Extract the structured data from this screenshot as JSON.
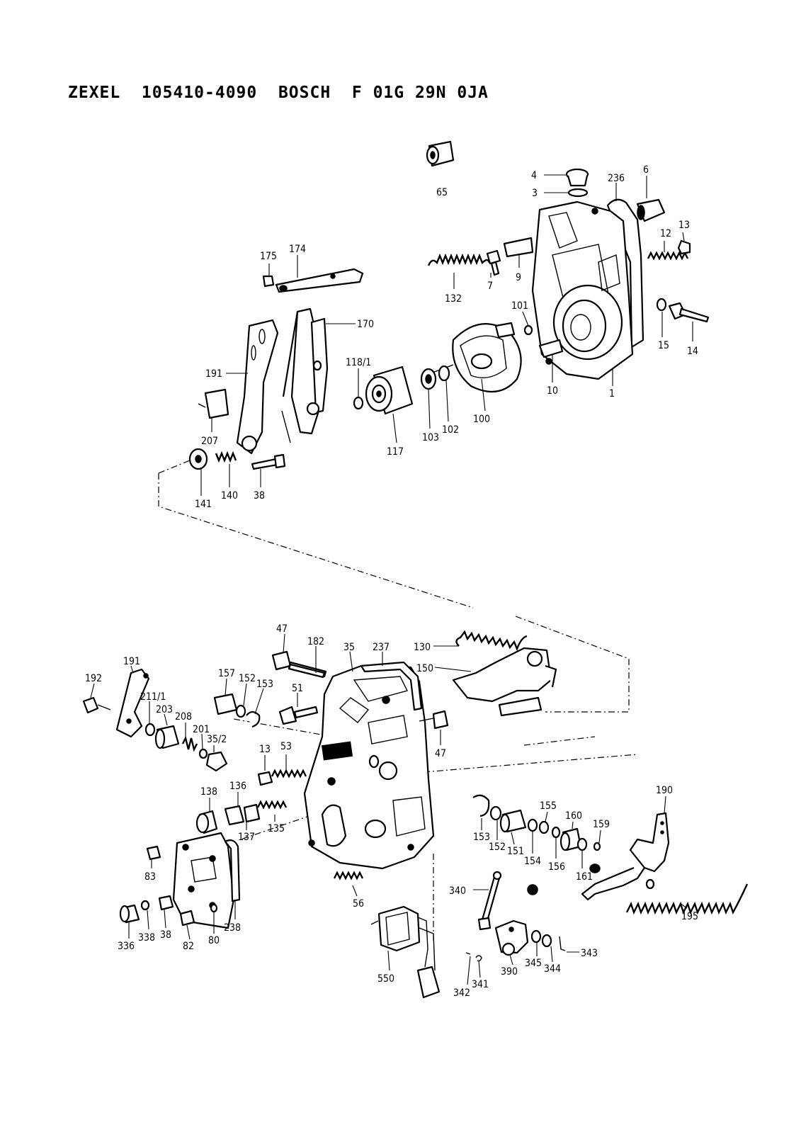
{
  "header": {
    "title": "ZEXEL  105410-4090  BOSCH  F 01G 29N 0JA"
  },
  "labels": {
    "p65": "65",
    "p4": "4",
    "p3": "3",
    "p236": "236",
    "p6": "6",
    "p12": "12",
    "p13a": "13",
    "p175": "175",
    "p174": "174",
    "p132": "132",
    "p7": "7",
    "p9": "9",
    "p101": "101",
    "p15": "15",
    "p14": "14",
    "p170": "170",
    "p191a": "191",
    "p118_1": "118/1",
    "p10": "10",
    "p1": "1",
    "p100": "100",
    "p102": "102",
    "p103": "103",
    "p117": "117",
    "p207": "207",
    "p141": "141",
    "p140": "140",
    "p38a": "38",
    "p47a": "47",
    "p182": "182",
    "p35": "35",
    "p237": "237",
    "p130": "130",
    "p191b": "191",
    "p192": "192",
    "p157": "157",
    "p152a": "152",
    "p153a": "153",
    "p51": "51",
    "p150": "150",
    "p211_1": "211/1",
    "p203": "203",
    "p208": "208",
    "p201": "201",
    "p35_2": "35/2",
    "p53": "53",
    "p13b": "13",
    "p47b": "47",
    "p138": "138",
    "p136": "136",
    "p137": "137",
    "p135": "135",
    "p190": "190",
    "p155": "155",
    "p160": "160",
    "p159": "159",
    "p153b": "153",
    "p152b": "152",
    "p151": "151",
    "p154": "154",
    "p156": "156",
    "p161": "161",
    "p83": "83",
    "p238": "238",
    "p336": "336",
    "p338": "338",
    "p38b": "38",
    "p82": "82",
    "p80": "80",
    "p56": "56",
    "p340": "340",
    "p195": "195",
    "p550": "550",
    "p343": "343",
    "p345": "345",
    "p344": "344",
    "p390": "390",
    "p341": "341",
    "p342": "342"
  }
}
